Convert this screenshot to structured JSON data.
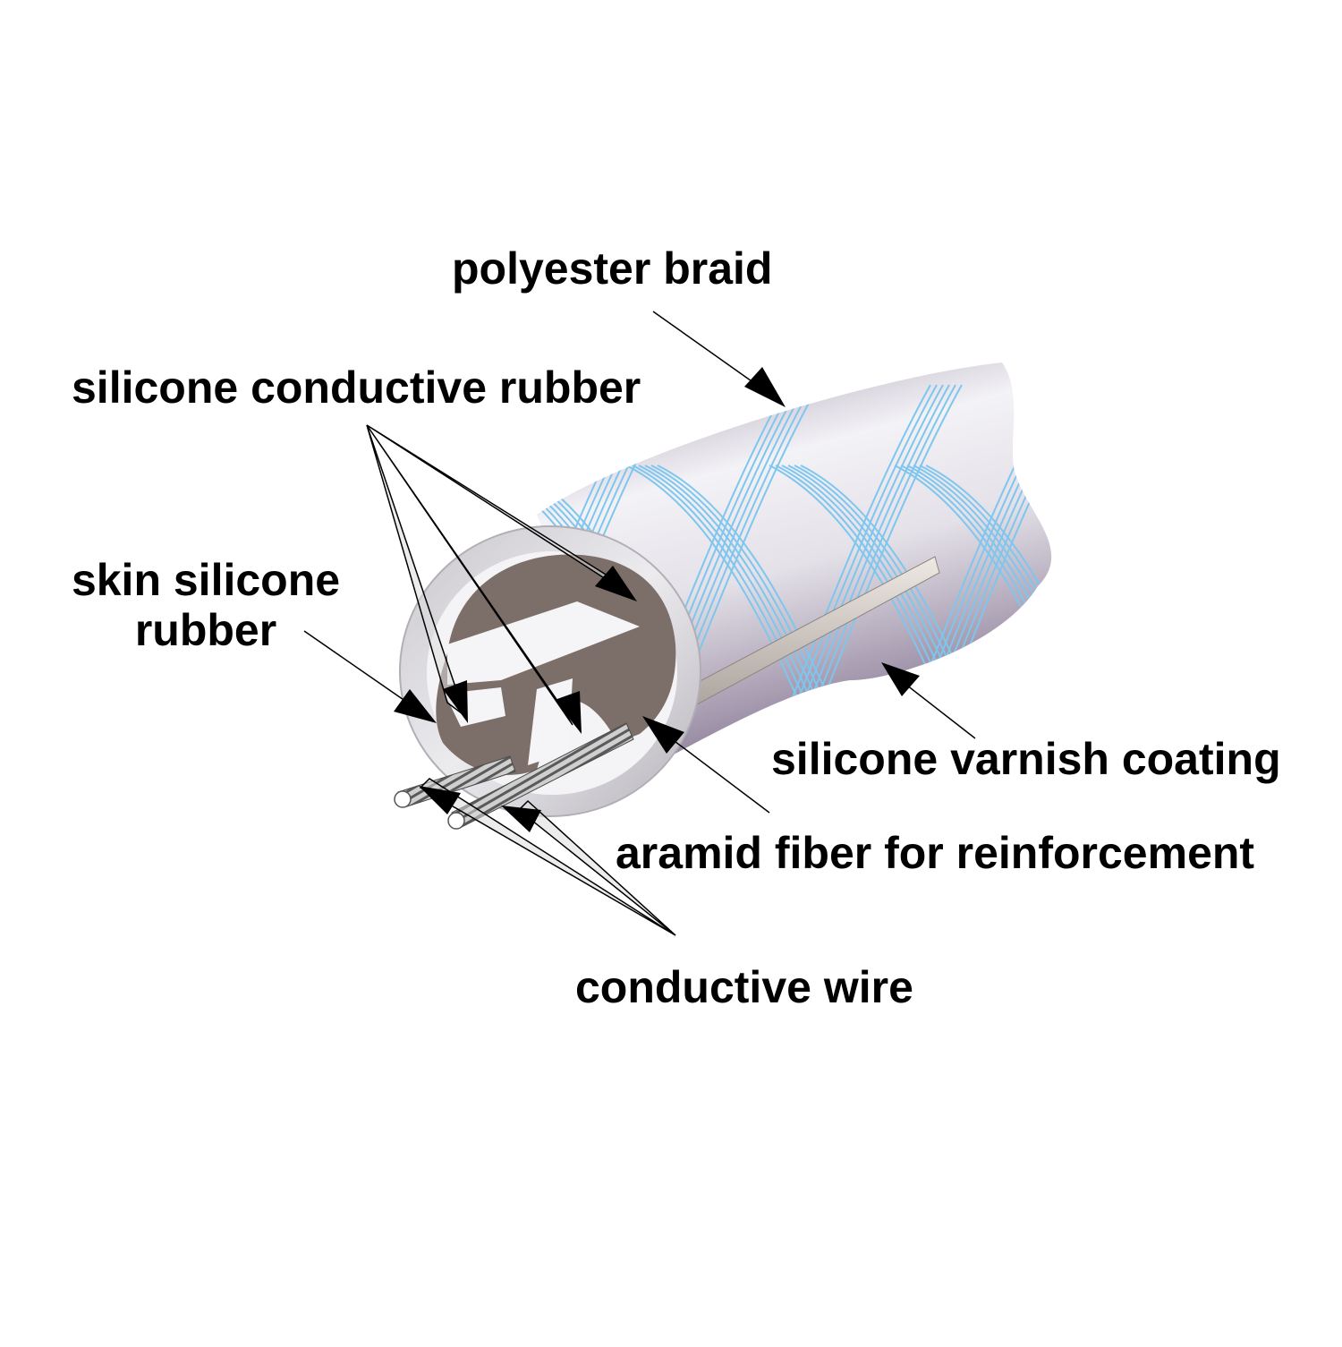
{
  "labels": {
    "polyester_braid": "polyester braid",
    "silicone_conductive_rubber": "silicone conductive rubber",
    "skin_silicone_rubber_line1": "skin silicone",
    "skin_silicone_rubber_line2": "rubber",
    "silicone_varnish_coating": "silicone varnish coating",
    "aramid_fiber": "aramid fiber for reinforcement",
    "conductive_wire": "conductive wire"
  },
  "colors": {
    "tube_body": "#b9b0c0",
    "tube_highlight": "#f1f0f4",
    "tube_shadow": "#8a7b96",
    "braid": "#7ec6ee",
    "end_ring": "#d6d4d8",
    "conductive_rubber": "#7c6e68",
    "aramid": "#d8d2cc",
    "wire": "#9a9a9a",
    "leader": "#000000",
    "pointer_fill": "#e6e6e6"
  }
}
